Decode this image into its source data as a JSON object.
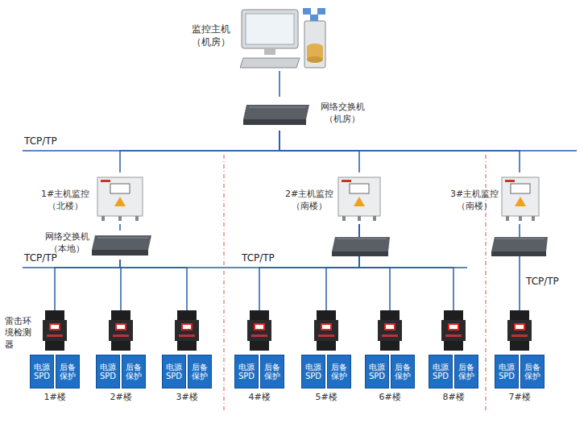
{
  "diagram": {
    "nodes": [
      {
        "text": [
          "监控主机 （机房）"
        ]
      },
      {
        "text": [
          "网络交换机 （机房）"
        ]
      },
      {
        "text": [
          "1#主机监控 （北楼）"
        ]
      },
      {
        "text": [
          "网络交换机 （本地）"
        ]
      },
      {
        "text": [
          "2#主机监控 （南楼）"
        ]
      },
      {
        "text": [
          "3#主机监控 （南楼）"
        ]
      },
      {
        "text": [
          "1#楼"
        ]
      },
      {
        "text": [
          "电源 SPD"
        ],
        "in": 6
      },
      {
        "text": [
          "后备 保护"
        ],
        "in": 6
      },
      {
        "text": [
          "2#楼"
        ]
      },
      {
        "text": [
          "电源 SPD"
        ],
        "in": 9
      },
      {
        "text": [
          "后备 保护"
        ],
        "in": 9
      },
      {
        "text": [
          "3#楼"
        ]
      },
      {
        "text": [
          "电源 SPD"
        ],
        "in": 12
      },
      {
        "text": [
          "后备 保护"
        ],
        "in": 12
      },
      {
        "text": [
          "4#楼"
        ]
      },
      {
        "text": [
          "电源 SPD"
        ],
        "in": 15
      },
      {
        "text": [
          "后备 保护"
        ],
        "in": 15
      },
      {
        "text": [
          "5#楼"
        ]
      },
      {
        "text": [
          "电源 SPD"
        ],
        "in": 18
      },
      {
        "text": [
          "后备 保护"
        ],
        "in": 18
      },
      {
        "text": [
          "6#楼"
        ]
      },
      {
        "text": [
          "电源 SPD"
        ],
        "in": 21
      },
      {
        "text": [
          "后备 保护"
        ],
        "in": 21
      },
      {
        "text": [
          "8#楼"
        ]
      },
      {
        "text": [
          "电源 SPD"
        ],
        "in": 24
      },
      {
        "text": [
          "后备 保护"
        ],
        "in": 24
      },
      {
        "text": [
          "7#楼"
        ]
      },
      {
        "text": [
          "电源 SPD"
        ],
        "in": 27
      },
      {
        "text": [
          "后备 保护"
        ],
        "in": 27
      }
    ],
    "edges": [
      {
        "from": 0,
        "to": 1,
        "arrow": "none"
      },
      {
        "from": 1,
        "to": 2,
        "arrow": "none"
      },
      {
        "from": 1,
        "to": 4,
        "arrow": "none"
      },
      {
        "from": 1,
        "to": 5,
        "arrow": "none"
      },
      {
        "from": 2,
        "to": 3,
        "arrow": "none"
      },
      {
        "from": 3,
        "to": 6,
        "arrow": "none"
      },
      {
        "from": 3,
        "to": 9,
        "arrow": "none"
      },
      {
        "from": 3,
        "to": 12,
        "arrow": "none"
      },
      {
        "from": 4,
        "to": 15,
        "arrow": "none"
      },
      {
        "from": 4,
        "to": 18,
        "arrow": "none"
      },
      {
        "from": 4,
        "to": 21,
        "arrow": "none"
      },
      {
        "from": 4,
        "to": 24,
        "arrow": "none"
      },
      {
        "from": 5,
        "to": 27,
        "arrow": "none"
      }
    ],
    "labels": [
      "TCP/TP",
      "TCP/TP",
      "TCP/TP",
      "TCP/TP",
      "雷击环境检测器"
    ]
  }
}
